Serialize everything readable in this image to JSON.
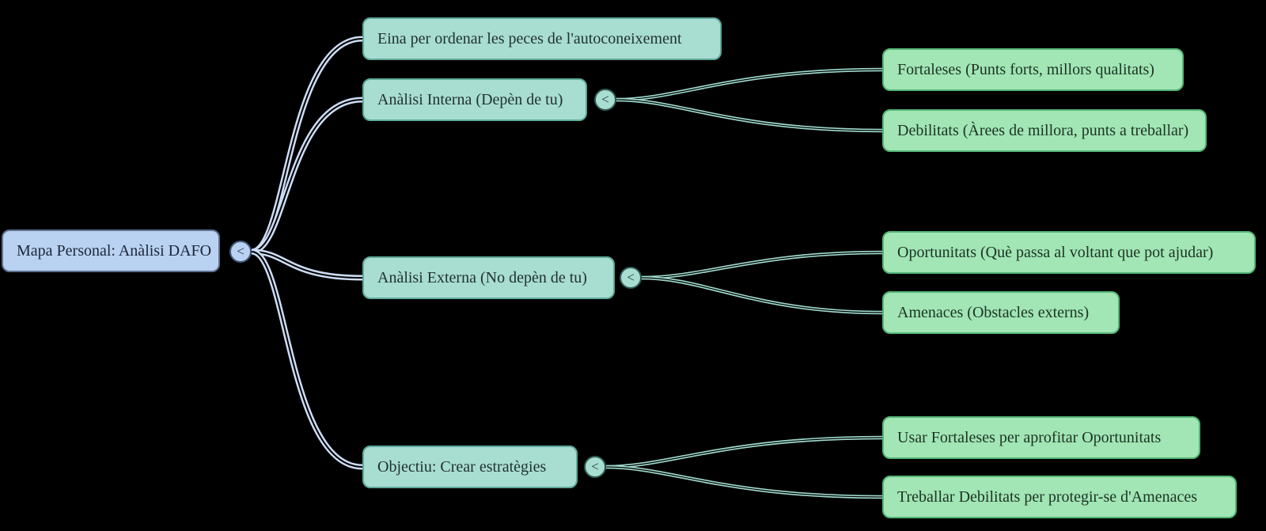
{
  "diagram": {
    "type": "mindmap",
    "background": "#000000",
    "collapse_glyph": "<",
    "root": {
      "label": "Mapa Personal: Anàlisi DAFO",
      "children": [
        {
          "label": "Eina per ordenar les peces de l'autoconeixement",
          "children": []
        },
        {
          "label": "Anàlisi Interna (Depèn de tu)",
          "children": [
            {
              "label": "Fortaleses (Punts forts, millors qualitats)"
            },
            {
              "label": "Debilitats (Àrees de millora, punts a treballar)"
            }
          ]
        },
        {
          "label": "Anàlisi Externa (No depèn de tu)",
          "children": [
            {
              "label": "Oportunitats (Què passa al voltant que pot ajudar)"
            },
            {
              "label": "Amenaces (Obstacles externs)"
            }
          ]
        },
        {
          "label": "Objectiu: Crear estratègies",
          "children": [
            {
              "label": "Usar Fortaleses per aprofitar Oportunitats"
            },
            {
              "label": "Treballar Debilitats per protegir-se d'Amenaces"
            }
          ]
        }
      ]
    },
    "colors": {
      "root_fill": "#b9d2f1",
      "root_border": "#5f7191",
      "root_link": "#ccdcf5",
      "branch_fill": "#a8ddd2",
      "branch_border": "#5fa99b",
      "branch_link": "#9fd9cc",
      "leaf_fill": "#a1e6b4",
      "leaf_border": "#55b578"
    }
  }
}
